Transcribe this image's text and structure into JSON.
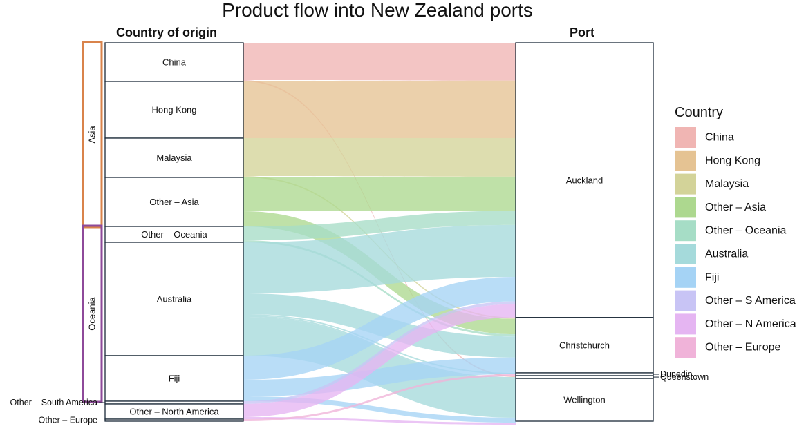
{
  "chart_data": {
    "type": "sankey",
    "title": "Product flow into New Zealand ports",
    "left_axis_label": "Country of origin",
    "right_axis_label": "Port",
    "groups": [
      {
        "name": "Asia",
        "color": "#D9834B",
        "members": [
          "China",
          "Hong Kong",
          "Malaysia",
          "Other – Asia"
        ]
      },
      {
        "name": "Oceania",
        "color": "#8E4A9A",
        "members": [
          "Other – Oceania",
          "Australia",
          "Fiji"
        ]
      }
    ],
    "origins": [
      {
        "name": "China",
        "value": 56
      },
      {
        "name": "Hong Kong",
        "value": 82
      },
      {
        "name": "Malaysia",
        "value": 57
      },
      {
        "name": "Other – Asia",
        "value": 71
      },
      {
        "name": "Other – Oceania",
        "value": 23
      },
      {
        "name": "Australia",
        "value": 164
      },
      {
        "name": "Fiji",
        "value": 66
      },
      {
        "name": "Other – South America",
        "value": 4
      },
      {
        "name": "Other – North America",
        "value": 22
      },
      {
        "name": "Other – Europe",
        "value": 3
      }
    ],
    "ports": [
      {
        "name": "Auckland",
        "value": 392
      },
      {
        "name": "Christchurch",
        "value": 79
      },
      {
        "name": "Dunedin",
        "value": 4
      },
      {
        "name": "Queenstown",
        "value": 4
      },
      {
        "name": "Wellington",
        "value": 61
      }
    ],
    "flows": [
      {
        "from": "China",
        "to": "Auckland",
        "value": 54
      },
      {
        "from": "China",
        "to": "Queenstown",
        "value": 2
      },
      {
        "from": "Hong Kong",
        "to": "Auckland",
        "value": 82
      },
      {
        "from": "Malaysia",
        "to": "Auckland",
        "value": 55
      },
      {
        "from": "Malaysia",
        "to": "Christchurch",
        "value": 2
      },
      {
        "from": "Other – Asia",
        "to": "Auckland",
        "value": 49
      },
      {
        "from": "Other – Asia",
        "to": "Christchurch",
        "value": 22
      },
      {
        "from": "Other – Oceania",
        "to": "Auckland",
        "value": 20
      },
      {
        "from": "Other – Oceania",
        "to": "Christchurch",
        "value": 3
      },
      {
        "from": "Australia",
        "to": "Auckland",
        "value": 74
      },
      {
        "from": "Australia",
        "to": "Christchurch",
        "value": 30
      },
      {
        "from": "Australia",
        "to": "Dunedin",
        "value": 2
      },
      {
        "from": "Australia",
        "to": "Queenstown",
        "value": 2
      },
      {
        "from": "Australia",
        "to": "Wellington",
        "value": 56
      },
      {
        "from": "Fiji",
        "to": "Auckland",
        "value": 35
      },
      {
        "from": "Fiji",
        "to": "Christchurch",
        "value": 24
      },
      {
        "from": "Fiji",
        "to": "Wellington",
        "value": 7
      },
      {
        "from": "Other – South America",
        "to": "Auckland",
        "value": 4
      },
      {
        "from": "Other – North America",
        "to": "Auckland",
        "value": 19
      },
      {
        "from": "Other – North America",
        "to": "Wellington",
        "value": 3
      },
      {
        "from": "Other – Europe",
        "to": "Dunedin",
        "value": 3
      }
    ],
    "legend": {
      "title": "Country",
      "position": "right",
      "entries": [
        {
          "name": "China",
          "color": "#F0B5B3"
        },
        {
          "name": "Hong Kong",
          "color": "#E5C393"
        },
        {
          "name": "Malaysia",
          "color": "#D3D399"
        },
        {
          "name": "Other – Asia",
          "color": "#ADD88F"
        },
        {
          "name": "Other – Oceania",
          "color": "#A6DDC6"
        },
        {
          "name": "Australia",
          "color": "#A5DADB"
        },
        {
          "name": "Fiji",
          "color": "#A5D3F5"
        },
        {
          "name": "Other – S America",
          "color": "#C8C4F5"
        },
        {
          "name": "Other – N America",
          "color": "#E5B5F2"
        },
        {
          "name": "Other – Europe",
          "color": "#F0B3D9"
        }
      ]
    },
    "flow_colors": {
      "China": "#F0B5B3",
      "Hong Kong": "#E5C393",
      "Malaysia": "#D3D399",
      "Other – Asia": "#ADD88F",
      "Other – Oceania": "#A6DDC6",
      "Australia": "#A5DADB",
      "Fiji": "#A5D3F5",
      "Other – South America": "#C8C4F5",
      "Other – North America": "#E5B5F2",
      "Other – Europe": "#F0B3D9"
    }
  }
}
